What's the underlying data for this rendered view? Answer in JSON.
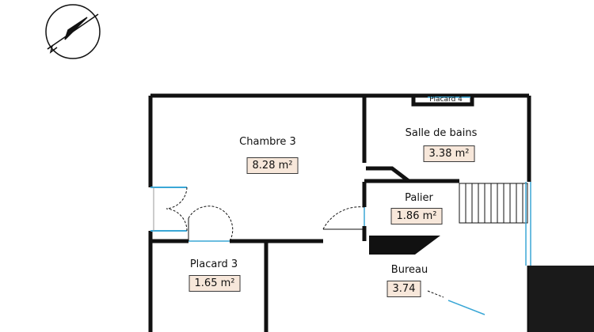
{
  "floorplan": {
    "rooms": [
      {
        "id": "chambre3",
        "name": "Chambre 3",
        "area": "8.28 m²"
      },
      {
        "id": "salle",
        "name": "Salle de bains",
        "area": "3.38 m²"
      },
      {
        "id": "palier",
        "name": "Palier",
        "area": "1.86 m²"
      },
      {
        "id": "placard3",
        "name": "Placard 3",
        "area": "1.65 m²"
      },
      {
        "id": "bureau",
        "name": "Bureau",
        "area": "3.74"
      }
    ],
    "small_labels": {
      "placard4": "Placard 4"
    },
    "colors": {
      "wall": "#111111",
      "window": "#3aa7d6",
      "area_fill": "#f7e7da"
    },
    "icons": [
      "compass-icon"
    ]
  }
}
